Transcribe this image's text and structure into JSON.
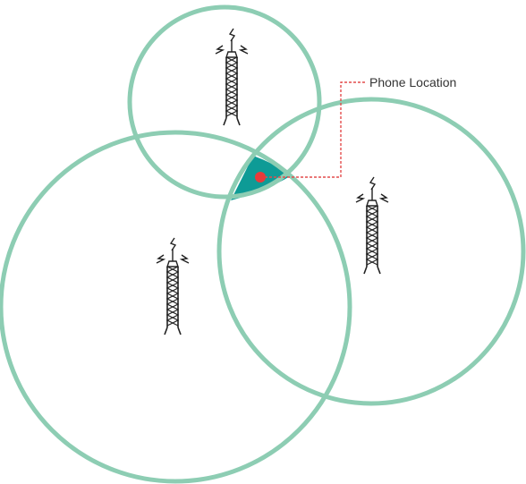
{
  "diagram": {
    "callout_label": "Phone Location",
    "colors": {
      "circle_stroke": "#8dcdb3",
      "intersection_fill": "#0e9b96",
      "phone_dot": "#e83a3a",
      "leader_line": "#e34c4c",
      "tower": "#222222",
      "text": "#333333",
      "background": "#ffffff"
    },
    "towers": [
      {
        "icon": "cell-tower-icon",
        "coverage": "top"
      },
      {
        "icon": "cell-tower-icon",
        "coverage": "left"
      },
      {
        "icon": "cell-tower-icon",
        "coverage": "right"
      }
    ]
  }
}
